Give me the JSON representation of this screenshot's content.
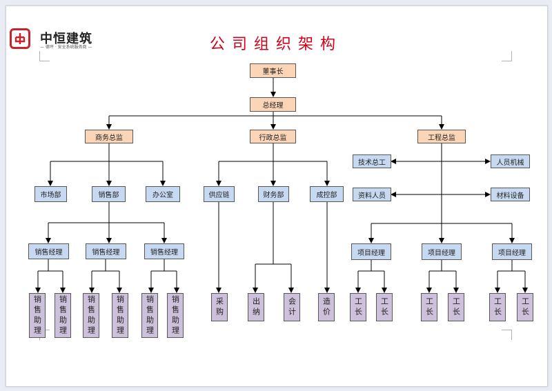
{
  "brand": {
    "name": "中恒建筑",
    "tagline": "— 德坪 · 安全系统服务商 —"
  },
  "title": "公司组织架构",
  "nodes": {
    "chairman": "董事长",
    "gm": "总经理",
    "business": "商务总监",
    "admin": "行政总监",
    "engineering": "工程总监",
    "market": "市场部",
    "sales": "销售部",
    "office": "办公室",
    "supply": "供应链",
    "finance": "财务部",
    "cost_control": "成控部",
    "tech_chief": "技术总工",
    "personnel": "人员机械",
    "data_staff": "资料人员",
    "materials": "材料设备",
    "sales_manager": "销售经理",
    "project_manager": "项目经理",
    "sales_assistant": "销售助理",
    "procurement": "采购",
    "cashier": "出纳",
    "accounting": "会计",
    "costing": "造价",
    "foreman": "工长"
  },
  "colors": {
    "title": "#d0021b",
    "peach": "#fbd5b5",
    "blue": "#c6d9f1",
    "purple": "#ccc0da",
    "line": "#000000"
  }
}
